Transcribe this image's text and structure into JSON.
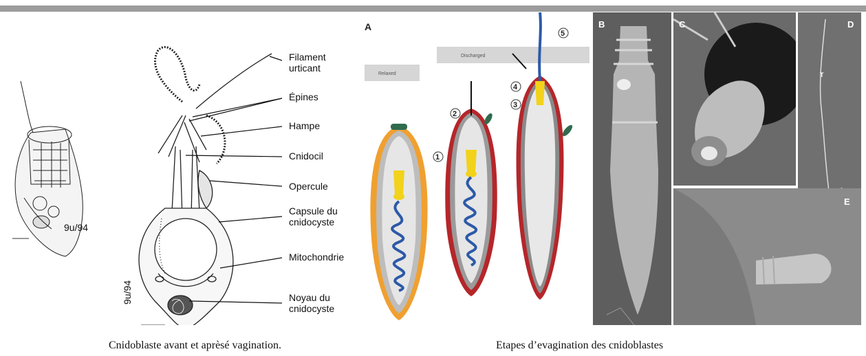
{
  "left_panel": {
    "labels": {
      "filament": "Filament\nurticant",
      "epines": "Épines",
      "hampe": "Hampe",
      "cnidocil": "Cnidocil",
      "opercule": "Opercule",
      "capsule": "Capsule du\ncnidocyste",
      "mitochondrie": "Mitochondrie",
      "noyau": "Noyau du\ncnidocyste"
    },
    "signature_small": "9u/94",
    "signature_large": "9u/94",
    "caption": "Cnidoblaste avant et aprèsé vagination."
  },
  "right_panel": {
    "panel_letters": {
      "A": "A",
      "B": "B",
      "C": "C",
      "D": "D",
      "E": "E"
    },
    "stages": {
      "relaxed": "Relaxed",
      "discharged": "Discharged"
    },
    "step_numbers": [
      "1",
      "2",
      "3",
      "4",
      "5"
    ],
    "sem_labels": {
      "T": "T",
      "C": "C"
    },
    "caption": "Etapes d’evagination des cnidoblastes"
  },
  "colors": {
    "topbar": "#9c9c9c",
    "capsule_orange": "#f0a030",
    "capsule_red": "#b5262a",
    "tubule_blue": "#2d5aa8",
    "operculum_yellow": "#f2d21a",
    "cnidocil_green": "#2f6b4e"
  }
}
